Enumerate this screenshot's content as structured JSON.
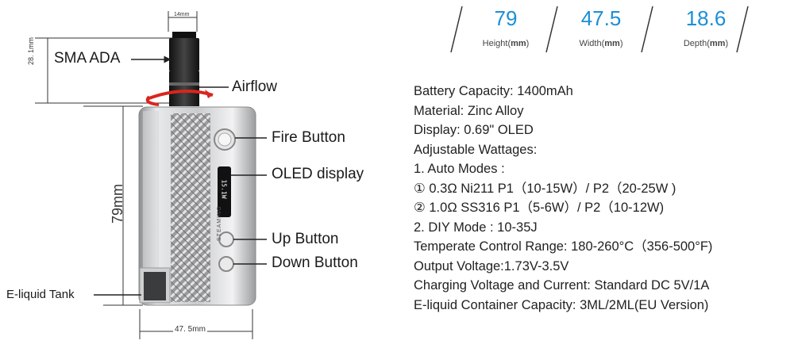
{
  "dimensions": {
    "height": {
      "value": "79",
      "label": "Height",
      "unit": "mm"
    },
    "width": {
      "value": "47.5",
      "label": "Width",
      "unit": "mm"
    },
    "depth": {
      "value": "18.6",
      "label": "Depth",
      "unit": "mm"
    }
  },
  "callouts": {
    "sma_ada": "SMA ADA",
    "airflow": "Airflow",
    "fire_button": "Fire Button",
    "oled_display": "OLED display",
    "up_button": "Up Button",
    "down_button": "Down Button",
    "eliquid_tank": "E-liquid Tank"
  },
  "measurements": {
    "top_width": "14mm",
    "atomizer_height": "28. 1mm",
    "body_height": "79mm",
    "body_width": "47. 5mm"
  },
  "brand_text": "STEAMING",
  "screen_text": "15.1W",
  "colors": {
    "accent": "#1b8fd6",
    "airflow_arrow": "#d8261e"
  },
  "specs": [
    "Battery Capacity: 1400mAh",
    "Material: Zinc Alloy",
    "Display: 0.69\" OLED",
    "Adjustable Wattages:",
    "1. Auto Modes :",
    "① 0.3Ω Ni211  P1（10-15W）/  P2（20-25W )",
    "② 1.0Ω SS316   P1（5-6W）/ P2（10-12W)",
    "2. DIY Mode : 10-35J",
    "Temperate Control Range: 180-260°C（356-500°F)",
    "Output Voltage:1.73V-3.5V",
    "Charging Voltage and Current: Standard DC 5V/1A",
    "E-liquid Container Capacity: 3ML/2ML(EU Version)"
  ]
}
